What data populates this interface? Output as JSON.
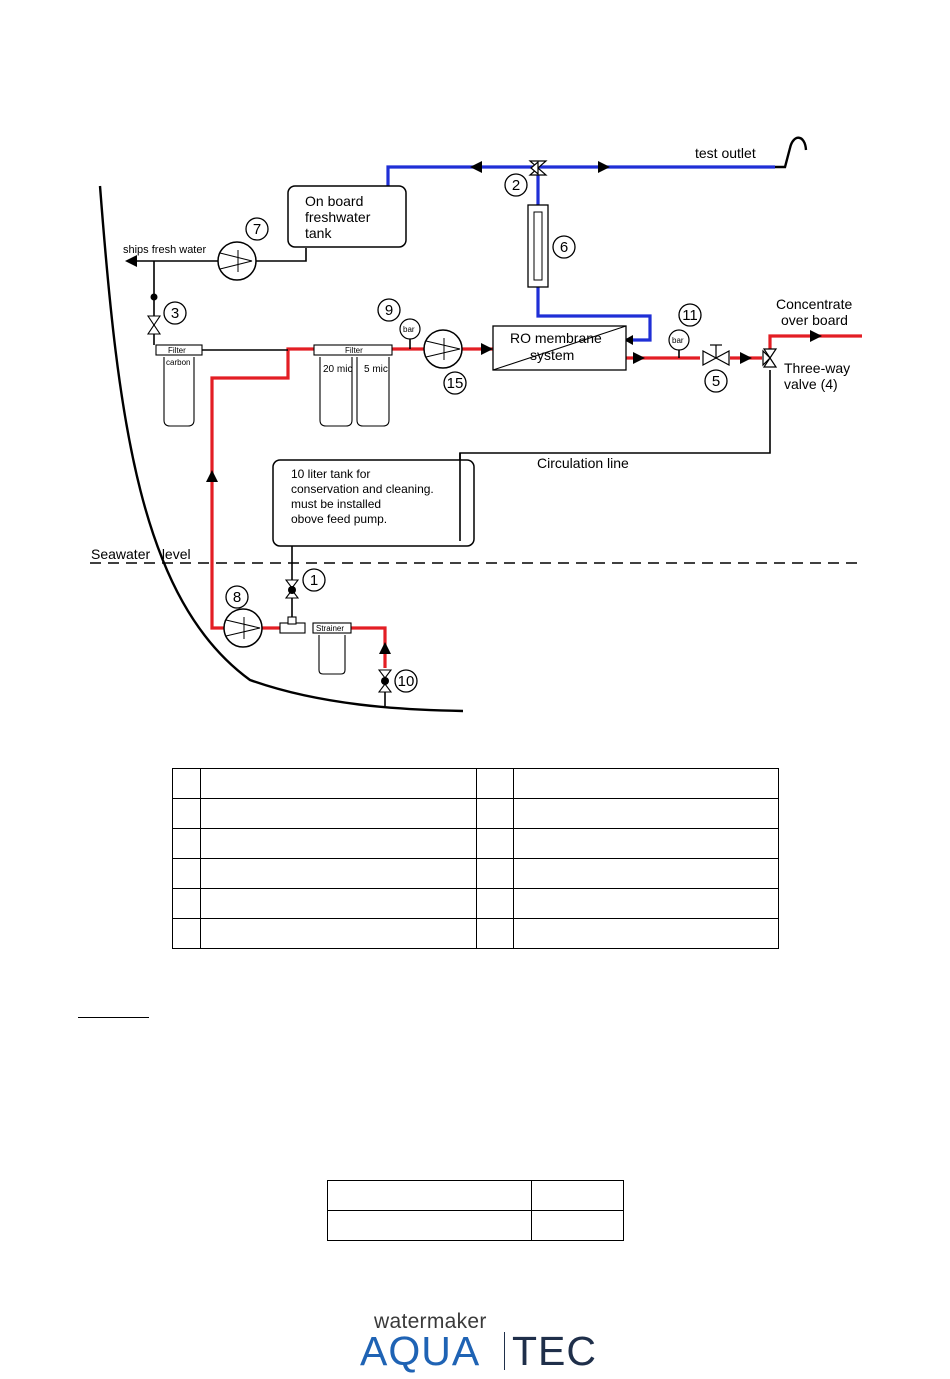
{
  "labels": {
    "test_outlet": "test outlet",
    "freshwater_tank": [
      "On board",
      "freshwater",
      "tank"
    ],
    "ships_fresh_water": "ships fresh water",
    "concentrate": [
      "Concentrate",
      "over board"
    ],
    "three_way_valve": [
      "Three-way",
      "valve (4)"
    ],
    "ro_membrane": [
      "RO membrane",
      "system"
    ],
    "circulation_line": "Circulation line",
    "tank_note": [
      "10 liter tank for",
      "conservation and cleaning.",
      "must be installed",
      "obove feed pump."
    ],
    "seawater_level": "Seawater   level",
    "filter_carbon_top": "Filter",
    "filter_carbon_bottom": "carbon",
    "filter_top": "Filter",
    "filter_20": "20 mic",
    "filter_5": "5 mic",
    "strainer": "Strainer",
    "gauge_bar": "bar"
  },
  "component_numbers": {
    "n1": "1",
    "n2": "2",
    "n3": "3",
    "n5": "5",
    "n6": "6",
    "n7": "7",
    "n8": "8",
    "n9": "9",
    "n10": "10",
    "n11": "11",
    "n15": "15"
  },
  "colors": {
    "seawater_line": "#e31e24",
    "freshwater_line": "#1f2fd6",
    "plain_line": "#000000"
  },
  "legend_table": {
    "rows": 6,
    "columns": 4
  },
  "small_table": {
    "rows": 2,
    "columns": 2
  },
  "logo": {
    "top": "watermaker",
    "left": "AQUA",
    "right": "TEC"
  }
}
